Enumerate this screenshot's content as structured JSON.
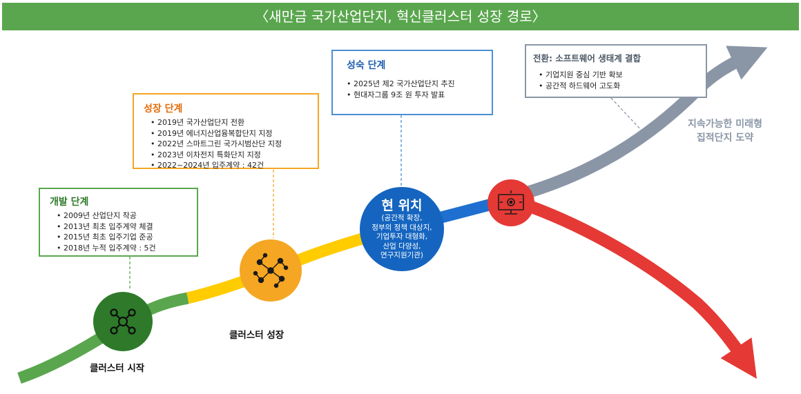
{
  "title": "〈새만금 국가산업단지, 혁신클러스터 성장 경로〉",
  "colors": {
    "banner": "#5aa64e",
    "dev": "#2e7a2a",
    "growth": "#f5a623",
    "current": "#1565c0",
    "transition": "#e53935",
    "future_up": "#8a96a6",
    "future_down": "#e53935"
  },
  "stages": {
    "development": {
      "title": "개발 단계",
      "items": [
        "2009년 산업단지 착공",
        "2013년 최초 입주계약 체결",
        "2015년 최초 입주기업 준공",
        "2018년 누적 입주계약  : 5건"
      ],
      "label": "클러스터 시작",
      "icon": "network-hub-icon"
    },
    "growth": {
      "title": "성장 단계",
      "items": [
        "2019년 국가산업단지 전환",
        "2019년 에너지산업융복합단지 지정",
        "2022년 스마트그린 국가시범산단 지정",
        "2023년 이차전지 특화단지 지정",
        "2022~2024년 입주계약 : 42건"
      ],
      "label": "클러스터 성장",
      "icon": "cluster-network-icon"
    },
    "maturity": {
      "title": "성숙 단계",
      "items": [
        "2025년 제2 국가산업단지 추진",
        "현대자그룹 9조 원 투자 발표"
      ]
    },
    "current": {
      "title": "현 위치",
      "detail": [
        "(공간적 확장,",
        "정부의 정책 대상지,",
        "기업투자 대형화,",
        "산업 다양성,",
        "연구지원기관)"
      ]
    },
    "transition": {
      "title": "전환: 소프트웨어 생태계 결합",
      "items": [
        "기업지원 중심 기반 확보",
        "공간적 하드웨어 고도화"
      ],
      "icon": "computer-network-icon"
    },
    "future": {
      "lines": [
        "지속가능한 미래형",
        "집적단지 도약"
      ]
    }
  }
}
